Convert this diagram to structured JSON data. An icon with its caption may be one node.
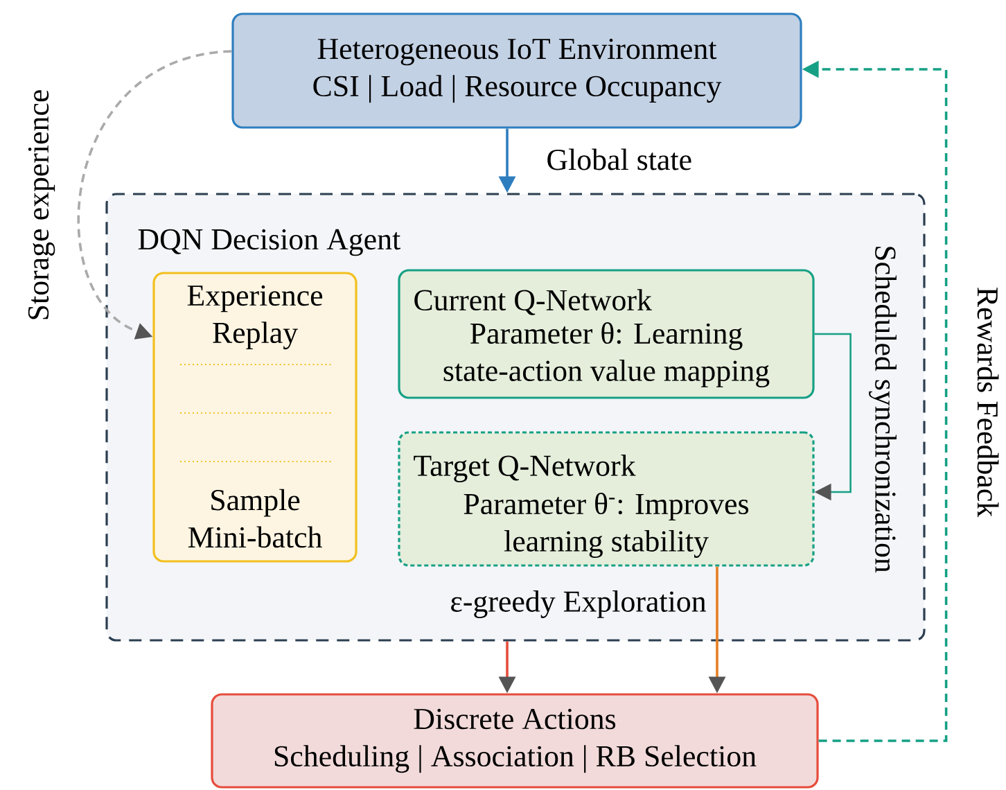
{
  "diagram": {
    "nodes": [
      {
        "text": [
          "Heterogeneous IoT Environment",
          "CSI | Load | Resource Occupancy"
        ]
      },
      {
        "text": [
          "DQN Decision Agent"
        ]
      },
      {
        "text": [
          "Experience Replay",
          "Sample Mini-batch"
        ],
        "in": 1
      },
      {
        "text": [
          "Current Q-Network",
          "Parameter θ: Learning state-action value mapping"
        ],
        "in": 1
      },
      {
        "text": [
          "Target Q-Network",
          "Parameter θ$^{-}$: Improves learning stability"
        ],
        "in": 1
      },
      {
        "text": [
          "Discrete Actions",
          "Scheduling | Association | RB Selection"
        ]
      }
    ],
    "edges": [
      {
        "from": 0,
        "to": 1,
        "arrow": "to",
        "label": "Global state",
        "color": "#2e7ebf"
      },
      {
        "from": 0,
        "to": 2,
        "arrow": "to",
        "label": "Storage experience",
        "style": "dashed",
        "color": "#aaaaaa"
      },
      {
        "from": 3,
        "to": 4,
        "arrow": "to",
        "label": "Scheduled synchronization",
        "color": "#16a085"
      },
      {
        "from": 1,
        "to": 5,
        "arrow": "to",
        "color": "#e74c3c"
      },
      {
        "from": 4,
        "to": 5,
        "arrow": "to",
        "label": "ε-greedy Exploration",
        "color": "#e67e22"
      },
      {
        "from": 5,
        "to": 0,
        "arrow": "to",
        "label": "Rewards Feedback",
        "style": "dashed",
        "color": "#16a085"
      }
    ]
  }
}
